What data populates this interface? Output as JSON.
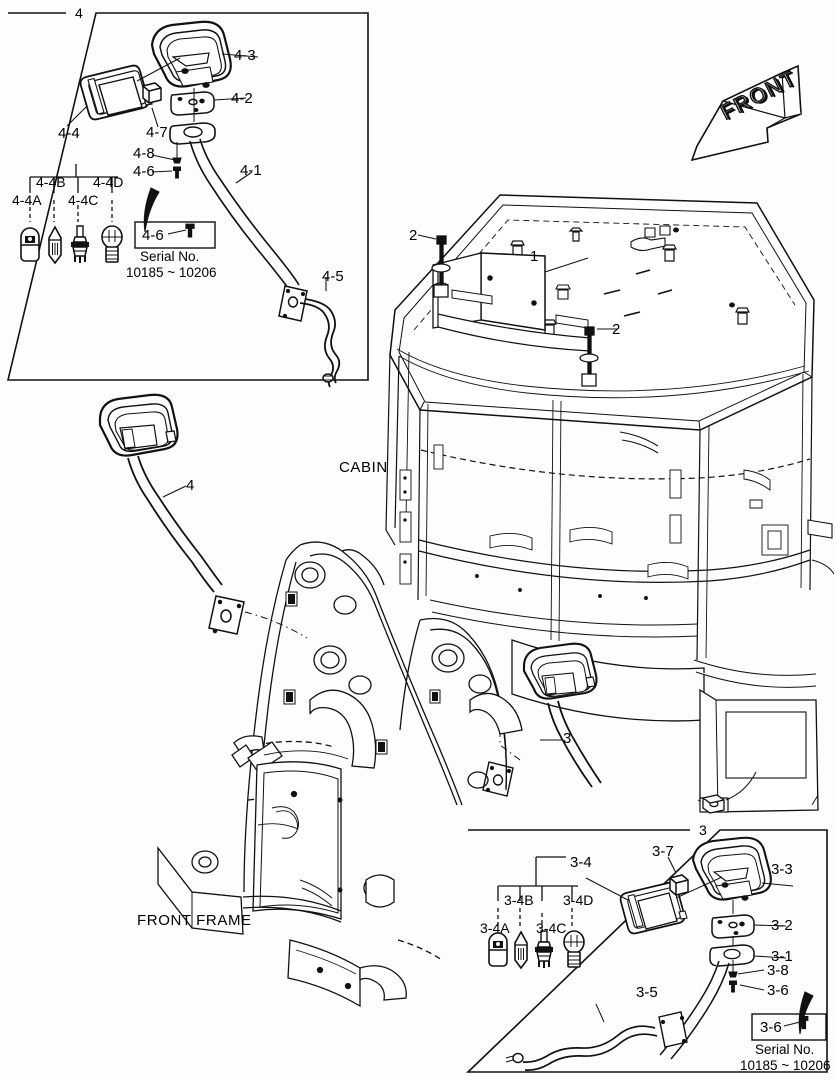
{
  "diagram": {
    "title": "Cabin mirror and work lamp assembly exploded parts diagram",
    "background_color": "#fdfdfd",
    "line_color": "#1a1a1a"
  },
  "orientation_marker": {
    "label": "FRONT",
    "name": "front-arrow"
  },
  "machine_labels": {
    "cabin": "CABIN",
    "front_frame": "FRONT FRAME",
    "item_1": "1",
    "item_2_top": "2",
    "item_2_bottom": "2",
    "item_3": "3",
    "item_4": "4"
  },
  "panel_top": {
    "panel_number": "4",
    "callouts": {
      "mirror_head": "4-3",
      "gasket_plate": "4-2",
      "spacer": "4-7",
      "arm": "4-1",
      "lamp": "4-4",
      "washer": "4-8",
      "bolt": "4-6",
      "harness": "4-5"
    },
    "bulb_group_label": "4-4",
    "bulbs": [
      {
        "code": "4-4A",
        "icon": "wedge-bulb-icon"
      },
      {
        "code": "4-4B",
        "icon": "festoon-bulb-icon"
      },
      {
        "code": "4-4C",
        "icon": "halogen-bulb-icon"
      },
      {
        "code": "4-4D",
        "icon": "bayonet-bulb-icon"
      }
    ],
    "serial_note": {
      "part": "4-6",
      "title": "Serial No.",
      "range": "10185 ~ 10206"
    }
  },
  "panel_bottom": {
    "panel_number": "3",
    "callouts": {
      "mirror_head": "3-3",
      "gasket_plate": "3-2",
      "spacer": "3-7",
      "arm": "3-1",
      "lamp": "3-4",
      "washer": "3-8",
      "bolt": "3-6",
      "harness": "3-5"
    },
    "bulb_group_label": "3-4",
    "bulbs": [
      {
        "code": "3-4A",
        "icon": "wedge-bulb-icon"
      },
      {
        "code": "3-4B",
        "icon": "festoon-bulb-icon"
      },
      {
        "code": "3-4C",
        "icon": "halogen-bulb-icon"
      },
      {
        "code": "3-4D",
        "icon": "bayonet-bulb-icon"
      }
    ],
    "serial_note": {
      "part": "3-6",
      "title": "Serial No.",
      "range": "10185 ~ 10206"
    }
  }
}
